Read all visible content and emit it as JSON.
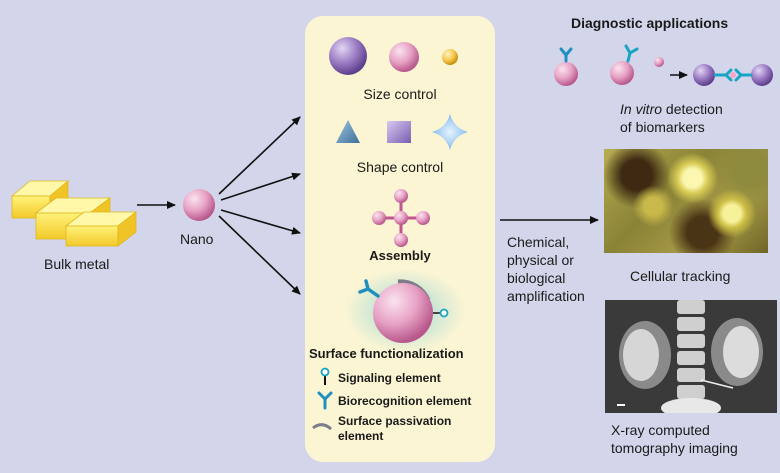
{
  "left": {
    "bulk_metal_label": "Bulk metal",
    "nano_label": "Nano"
  },
  "panel": {
    "size_control_label": "Size control",
    "shape_control_label": "Shape control",
    "assembly_label": "Assembly",
    "surface_title": "Surface functionalization",
    "legend": [
      {
        "label": "Signaling element"
      },
      {
        "label": "Biorecognition element"
      },
      {
        "label": "Surface passivation element"
      }
    ]
  },
  "amplification": {
    "lines": [
      "Chemical,",
      "physical or",
      "biological",
      "amplification"
    ]
  },
  "right": {
    "diagnostic_title": "Diagnostic applications",
    "in_vitro_italic": "In vitro",
    "in_vitro_rest": "detection",
    "in_vitro_line2": "of biomarkers",
    "cellular_label": "Cellular tracking",
    "xray_line1": "X-ray computed",
    "xray_line2": "tomography imaging"
  },
  "colors": {
    "background": "#d3d6ea",
    "panel": "#fbf5d4",
    "nano_pink": "#e7a2c5",
    "purple": "#9c7cc4",
    "gold": "#f5d36a",
    "cyan": "#1aa4c4"
  },
  "icons": [
    "gold-bar-icon",
    "nanoparticle-icon",
    "antibody-icon",
    "signaling-element-icon",
    "passivation-element-icon"
  ]
}
